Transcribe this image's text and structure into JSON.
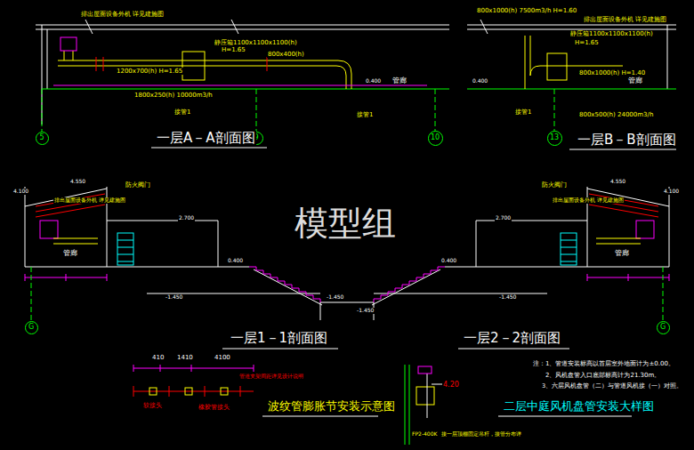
{
  "diagram": {
    "nodes": [
      {
        "text": [
          "5"
        ]
      },
      {
        "text": [
          "9"
        ]
      },
      {
        "text": [
          "10"
        ]
      },
      {
        "text": [
          "13"
        ]
      },
      {
        "text": [
          "G"
        ]
      },
      {
        "text": [
          "G"
        ]
      }
    ],
    "labels": [
      "排出屋面设备外机 详见建施图",
      "静压箱1100x1100x1100(h)",
      "H=1.65",
      "1200x700(h) H=1.65",
      "800x400(h)",
      "1800x250(h) 10000m3/h",
      "管廊",
      "0.400",
      "接管1",
      "接管1",
      "一层A－A剖面图",
      "800x1000(h) 7500m3/h H=1.60",
      "排出屋面设备外机 详见建施图",
      "静压箱1100x1100x1100(h)",
      "H=1.65",
      "800x1000(h) H=1.40",
      "管廊",
      "0.400",
      "接管1",
      "800x500(h) 24000m3/h",
      "一层B－B剖面图",
      "4.100",
      "4.550",
      "防火阀门",
      "排出屋面设备外机 详见建施图",
      "管廊",
      "2.700",
      "0.400",
      "-1.450",
      "-1.450",
      "-1.450",
      "2.700",
      "0.400",
      "-1.450",
      "4.550",
      "4.100",
      "防火阀门",
      "排出屋面设备外机 详见建施图",
      "管廊",
      "一层1－1剖面图",
      "一层2－2剖面图",
      "410",
      "1410",
      "4100",
      "波纹管膨胀节安装示意图",
      "二层中庭风机盘管安装大样图",
      "4.20",
      "注：1、管道安装标高以首层室外地面计为±0.00。",
      "2、风机盘管入口底部标高计为21.30m。",
      "3、六层风机盘管（二）与管道风机接（一）对照。",
      "模型组",
      "FP2-400K",
      "接一层顶棚固定吊杆，接管分布详",
      "软接头",
      "橡胶管接头",
      "管道支架间距详见设计说明"
    ]
  }
}
